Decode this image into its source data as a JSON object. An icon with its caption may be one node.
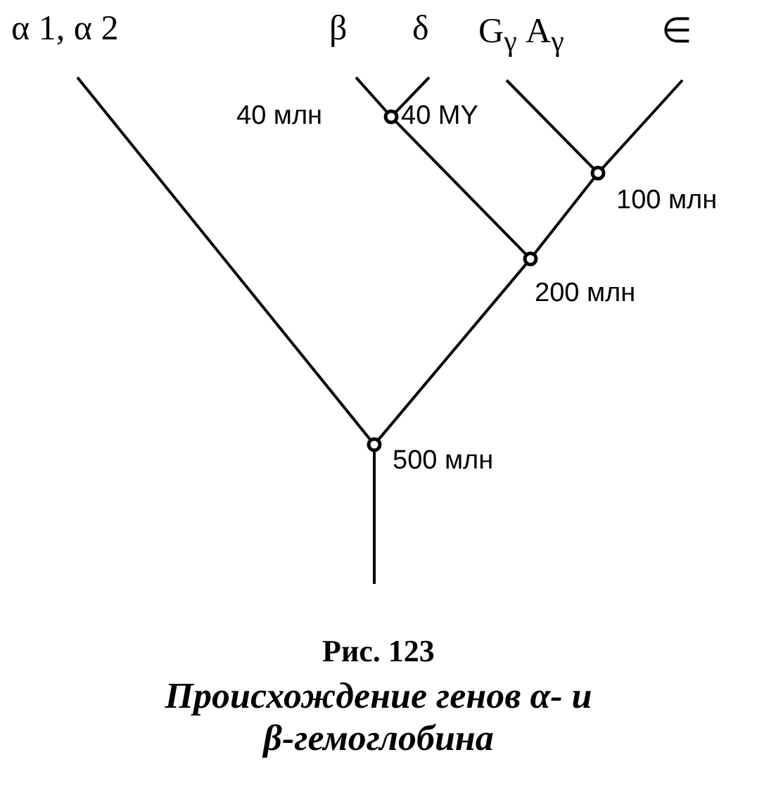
{
  "diagram": {
    "title": "Рис. 123",
    "caption": "Происхождение генов α- и β-гемоглобина",
    "nodes": [
      {
        "text": [
          "α 1, α 2"
        ]
      },
      {
        "text": [
          "β"
        ]
      },
      {
        "text": [
          "δ"
        ]
      },
      {
        "text": [
          "G$_{γ}$ A$_{γ}$"
        ]
      },
      {
        "text": [
          "∈"
        ]
      },
      {
        "text": [],
        "shape": "circle",
        "beside": [
          "40 млн",
          "40 MY"
        ]
      },
      {
        "text": [],
        "shape": "circle",
        "beside": [
          "100 млн"
        ]
      },
      {
        "text": [],
        "shape": "circle",
        "beside": [
          "200 млн"
        ]
      },
      {
        "text": [],
        "shape": "circle",
        "beside": [
          "500 млн"
        ]
      }
    ],
    "edges": [
      {
        "from": 5,
        "to": 1,
        "arrow": "none"
      },
      {
        "from": 5,
        "to": 2,
        "arrow": "none"
      },
      {
        "from": 6,
        "to": 3,
        "arrow": "none"
      },
      {
        "from": 6,
        "to": 4,
        "arrow": "none"
      },
      {
        "from": 7,
        "to": 5,
        "arrow": "none"
      },
      {
        "from": 7,
        "to": 6,
        "arrow": "none"
      },
      {
        "from": 8,
        "to": 0,
        "arrow": "none"
      },
      {
        "from": 8,
        "to": 7,
        "arrow": "none"
      },
      {
        "from": 8,
        "to": null,
        "arrow": "none"
      }
    ]
  }
}
